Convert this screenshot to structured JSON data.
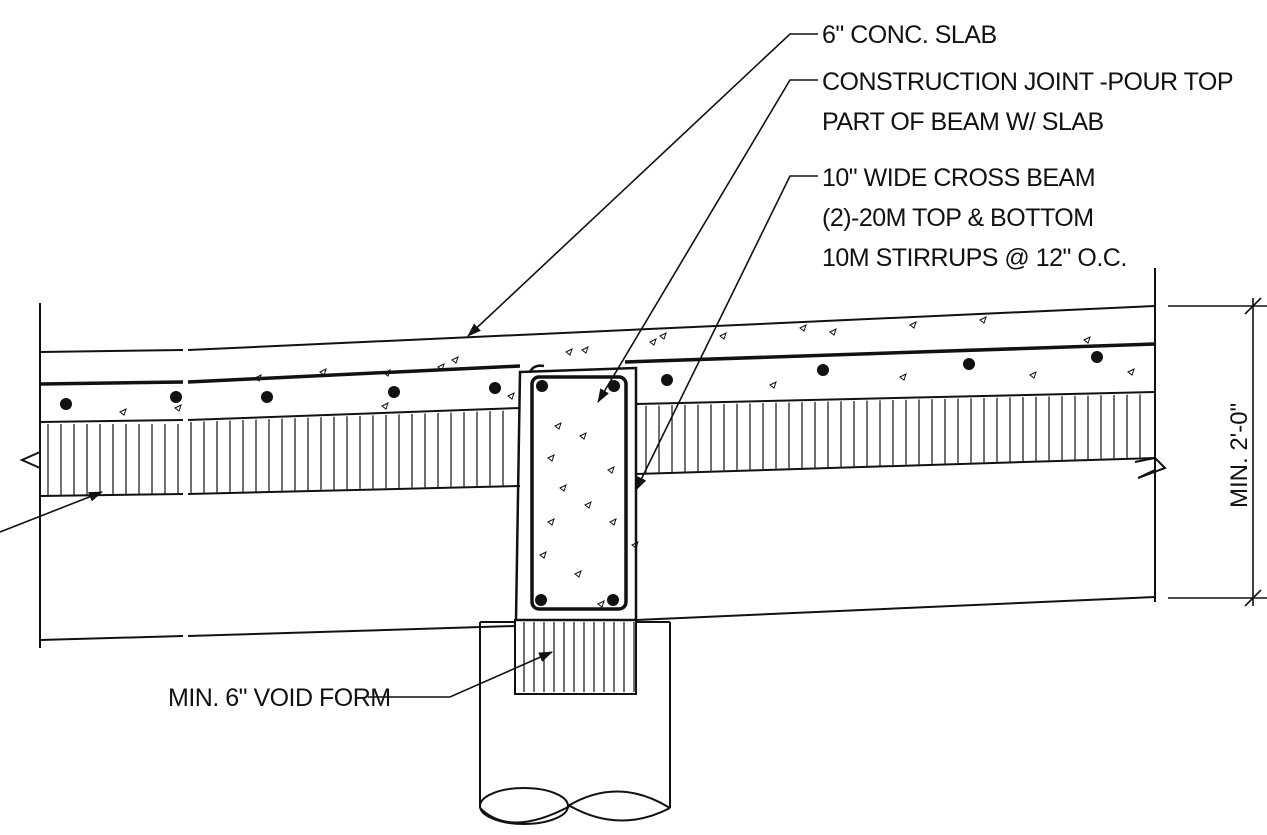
{
  "labels": {
    "slab": "6\" CONC. SLAB",
    "joint_line1": "CONSTRUCTION JOINT -POUR TOP",
    "joint_line2": "PART OF BEAM W/ SLAB",
    "beam_line1": "10\" WIDE CROSS BEAM",
    "beam_line2": "(2)-20M TOP & BOTTOM",
    "beam_line3": "10M STIRRUPS @ 12\" O.C.",
    "void_form": "MIN. 6\" VOID FORM",
    "dimension": "MIN. 2'-0\""
  }
}
